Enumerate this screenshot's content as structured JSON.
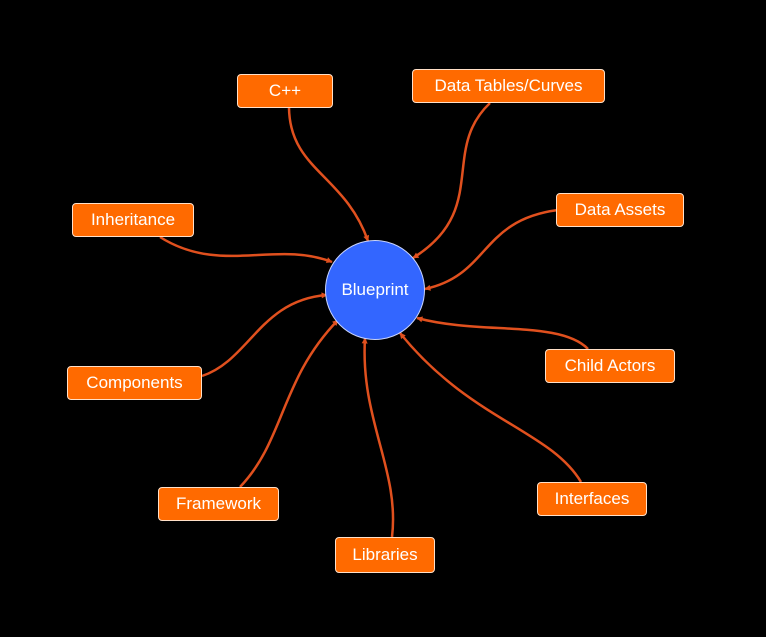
{
  "diagram": {
    "center": {
      "label": "Blueprint",
      "color": "#3366ff"
    },
    "nodes": [
      {
        "id": "cpp",
        "label": "C++"
      },
      {
        "id": "data-tables",
        "label": "Data Tables/Curves"
      },
      {
        "id": "inheritance",
        "label": "Inheritance"
      },
      {
        "id": "data-assets",
        "label": "Data Assets"
      },
      {
        "id": "components",
        "label": "Components"
      },
      {
        "id": "child-actors",
        "label": "Child Actors"
      },
      {
        "id": "framework",
        "label": "Framework"
      },
      {
        "id": "interfaces",
        "label": "Interfaces"
      },
      {
        "id": "libraries",
        "label": "Libraries"
      }
    ],
    "edge_direction": "node-to-center",
    "colors": {
      "background": "#000000",
      "node_fill": "#ff6a00",
      "edge": "#e0501e"
    }
  }
}
